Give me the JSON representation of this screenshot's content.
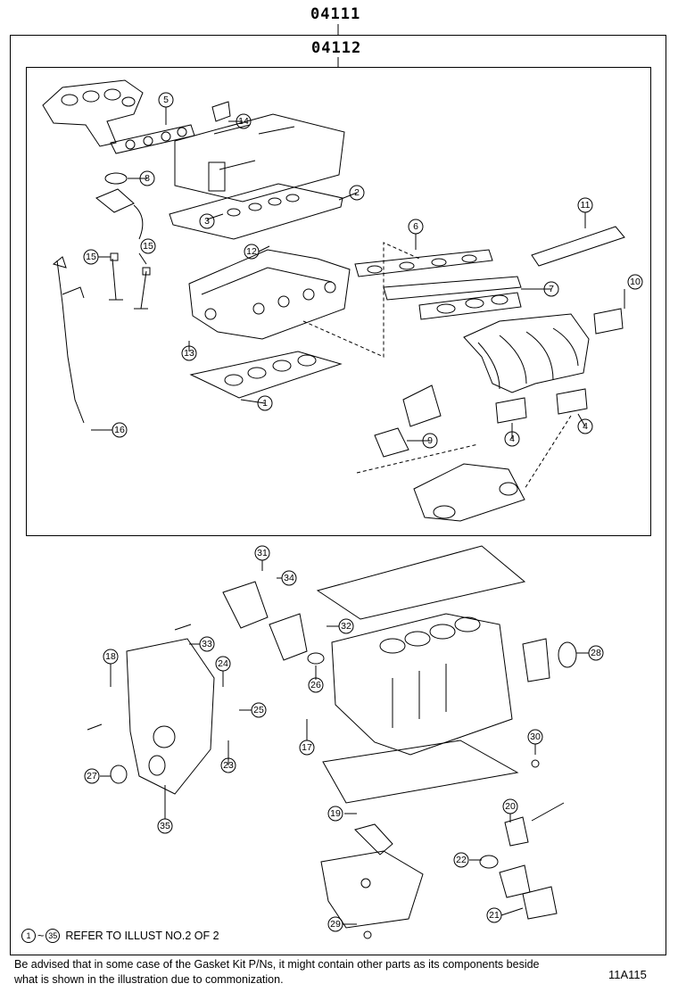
{
  "header": {
    "kit_code": "04111",
    "sub_kit_code": "04112"
  },
  "callouts": [
    "1",
    "2",
    "3",
    "4",
    "4",
    "5",
    "6",
    "7",
    "8",
    "9",
    "10",
    "11",
    "12",
    "13",
    "14",
    "15",
    "15",
    "16",
    "17",
    "18",
    "19",
    "20",
    "21",
    "22",
    "23",
    "24",
    "25",
    "26",
    "27",
    "28",
    "29",
    "30",
    "31",
    "32",
    "33",
    "34",
    "35"
  ],
  "footer": {
    "refer_first": "1",
    "refer_tilde": "~",
    "refer_last": "35",
    "refer_text": "REFER TO ILLUST NO.2 OF 2",
    "advisory": "Be advised that in some case of the Gasket Kit P/Ns,  it might contain other parts as its components beside what is shown in the illustration due to commonization.",
    "plate_id": "11A115"
  }
}
